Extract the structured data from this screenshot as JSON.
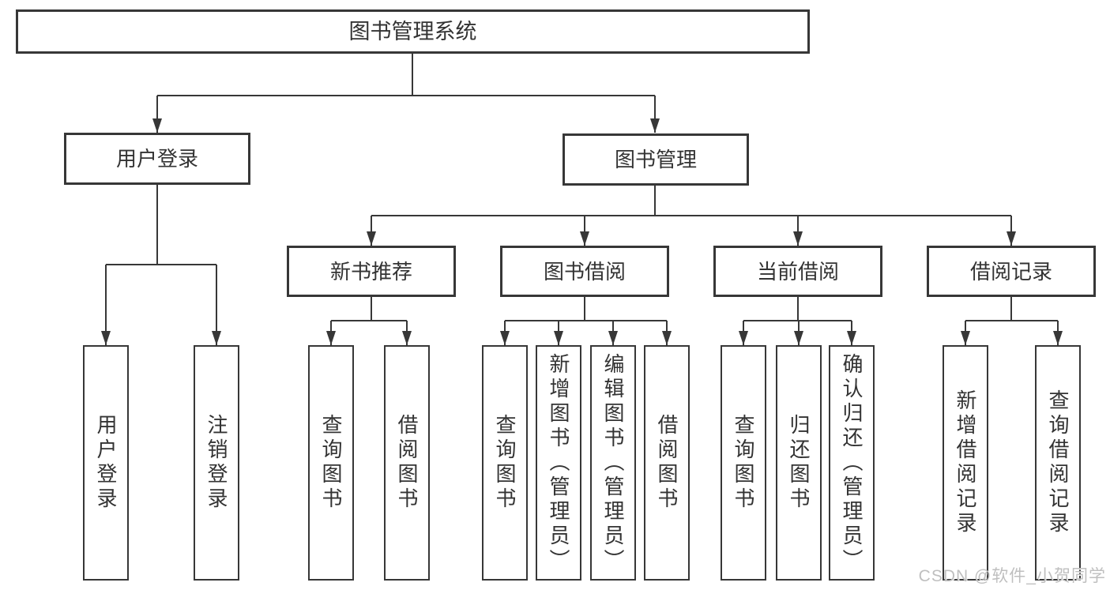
{
  "tree": {
    "root": {
      "label": "图书管理系统"
    },
    "level2": [
      {
        "label": "用户登录",
        "children": [
          {
            "label": "用户登录"
          },
          {
            "label": "注销登录"
          }
        ]
      },
      {
        "label": "图书管理",
        "children": [
          {
            "label": "新书推荐",
            "children": [
              {
                "label": "查询图书"
              },
              {
                "label": "借阅图书"
              }
            ]
          },
          {
            "label": "图书借阅",
            "children": [
              {
                "label": "查询图书"
              },
              {
                "label": "新增图书（管理员）"
              },
              {
                "label": "编辑图书（管理员）"
              },
              {
                "label": "借阅图书"
              }
            ]
          },
          {
            "label": "当前借阅",
            "children": [
              {
                "label": "查询图书"
              },
              {
                "label": "归还图书"
              },
              {
                "label": "确认归还（管理员）"
              }
            ]
          },
          {
            "label": "借阅记录",
            "children": [
              {
                "label": "新增借阅记录"
              },
              {
                "label": "查询借阅记录"
              }
            ]
          }
        ]
      }
    ]
  },
  "watermark": {
    "text": "CSDN @软件_小贺同学"
  },
  "colors": {
    "line": "#373737",
    "box_border": "#373737",
    "text": "#333333",
    "background": "#ffffff",
    "watermark": "#bcbcbc"
  }
}
